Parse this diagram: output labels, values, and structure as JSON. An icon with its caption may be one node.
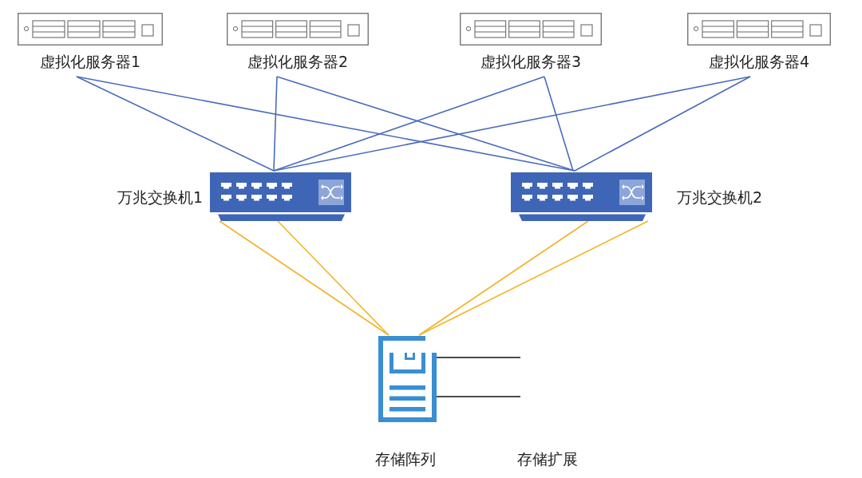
{
  "diagram": {
    "nodes": [
      {
        "text": [
          "虚拟化服务器1"
        ]
      },
      {
        "text": [
          "虚拟化服务器2"
        ]
      },
      {
        "text": [
          "虚拟化服务器3"
        ]
      },
      {
        "text": [
          "虚拟化服务器4"
        ]
      },
      {
        "text": [
          "万兆交换机1"
        ]
      },
      {
        "text": [
          "万兆交换机2"
        ]
      },
      {
        "text": [
          "存储阵列"
        ]
      }
    ],
    "edges": [
      {
        "from": 0,
        "to": 4,
        "arrow": "none"
      },
      {
        "from": 0,
        "to": 5,
        "arrow": "none"
      },
      {
        "from": 1,
        "to": 4,
        "arrow": "none"
      },
      {
        "from": 1,
        "to": 5,
        "arrow": "none"
      },
      {
        "from": 2,
        "to": 4,
        "arrow": "none"
      },
      {
        "from": 2,
        "to": 5,
        "arrow": "none"
      },
      {
        "from": 3,
        "to": 4,
        "arrow": "none"
      },
      {
        "from": 3,
        "to": 5,
        "arrow": "none"
      },
      {
        "from": 4,
        "to": 6,
        "arrow": "none",
        "color": "#f2b424"
      },
      {
        "from": 4,
        "to": 6,
        "arrow": "none",
        "color": "#f2b424"
      },
      {
        "from": 5,
        "to": 6,
        "arrow": "none",
        "color": "#f2b424"
      },
      {
        "from": 5,
        "to": 6,
        "arrow": "none",
        "color": "#f2b424"
      },
      {
        "from": 6,
        "to": null,
        "arrow": "none",
        "color": "#111111"
      },
      {
        "from": 6,
        "to": null,
        "arrow": "none",
        "color": "#111111"
      }
    ],
    "labels": [
      "存储扩展"
    ]
  }
}
